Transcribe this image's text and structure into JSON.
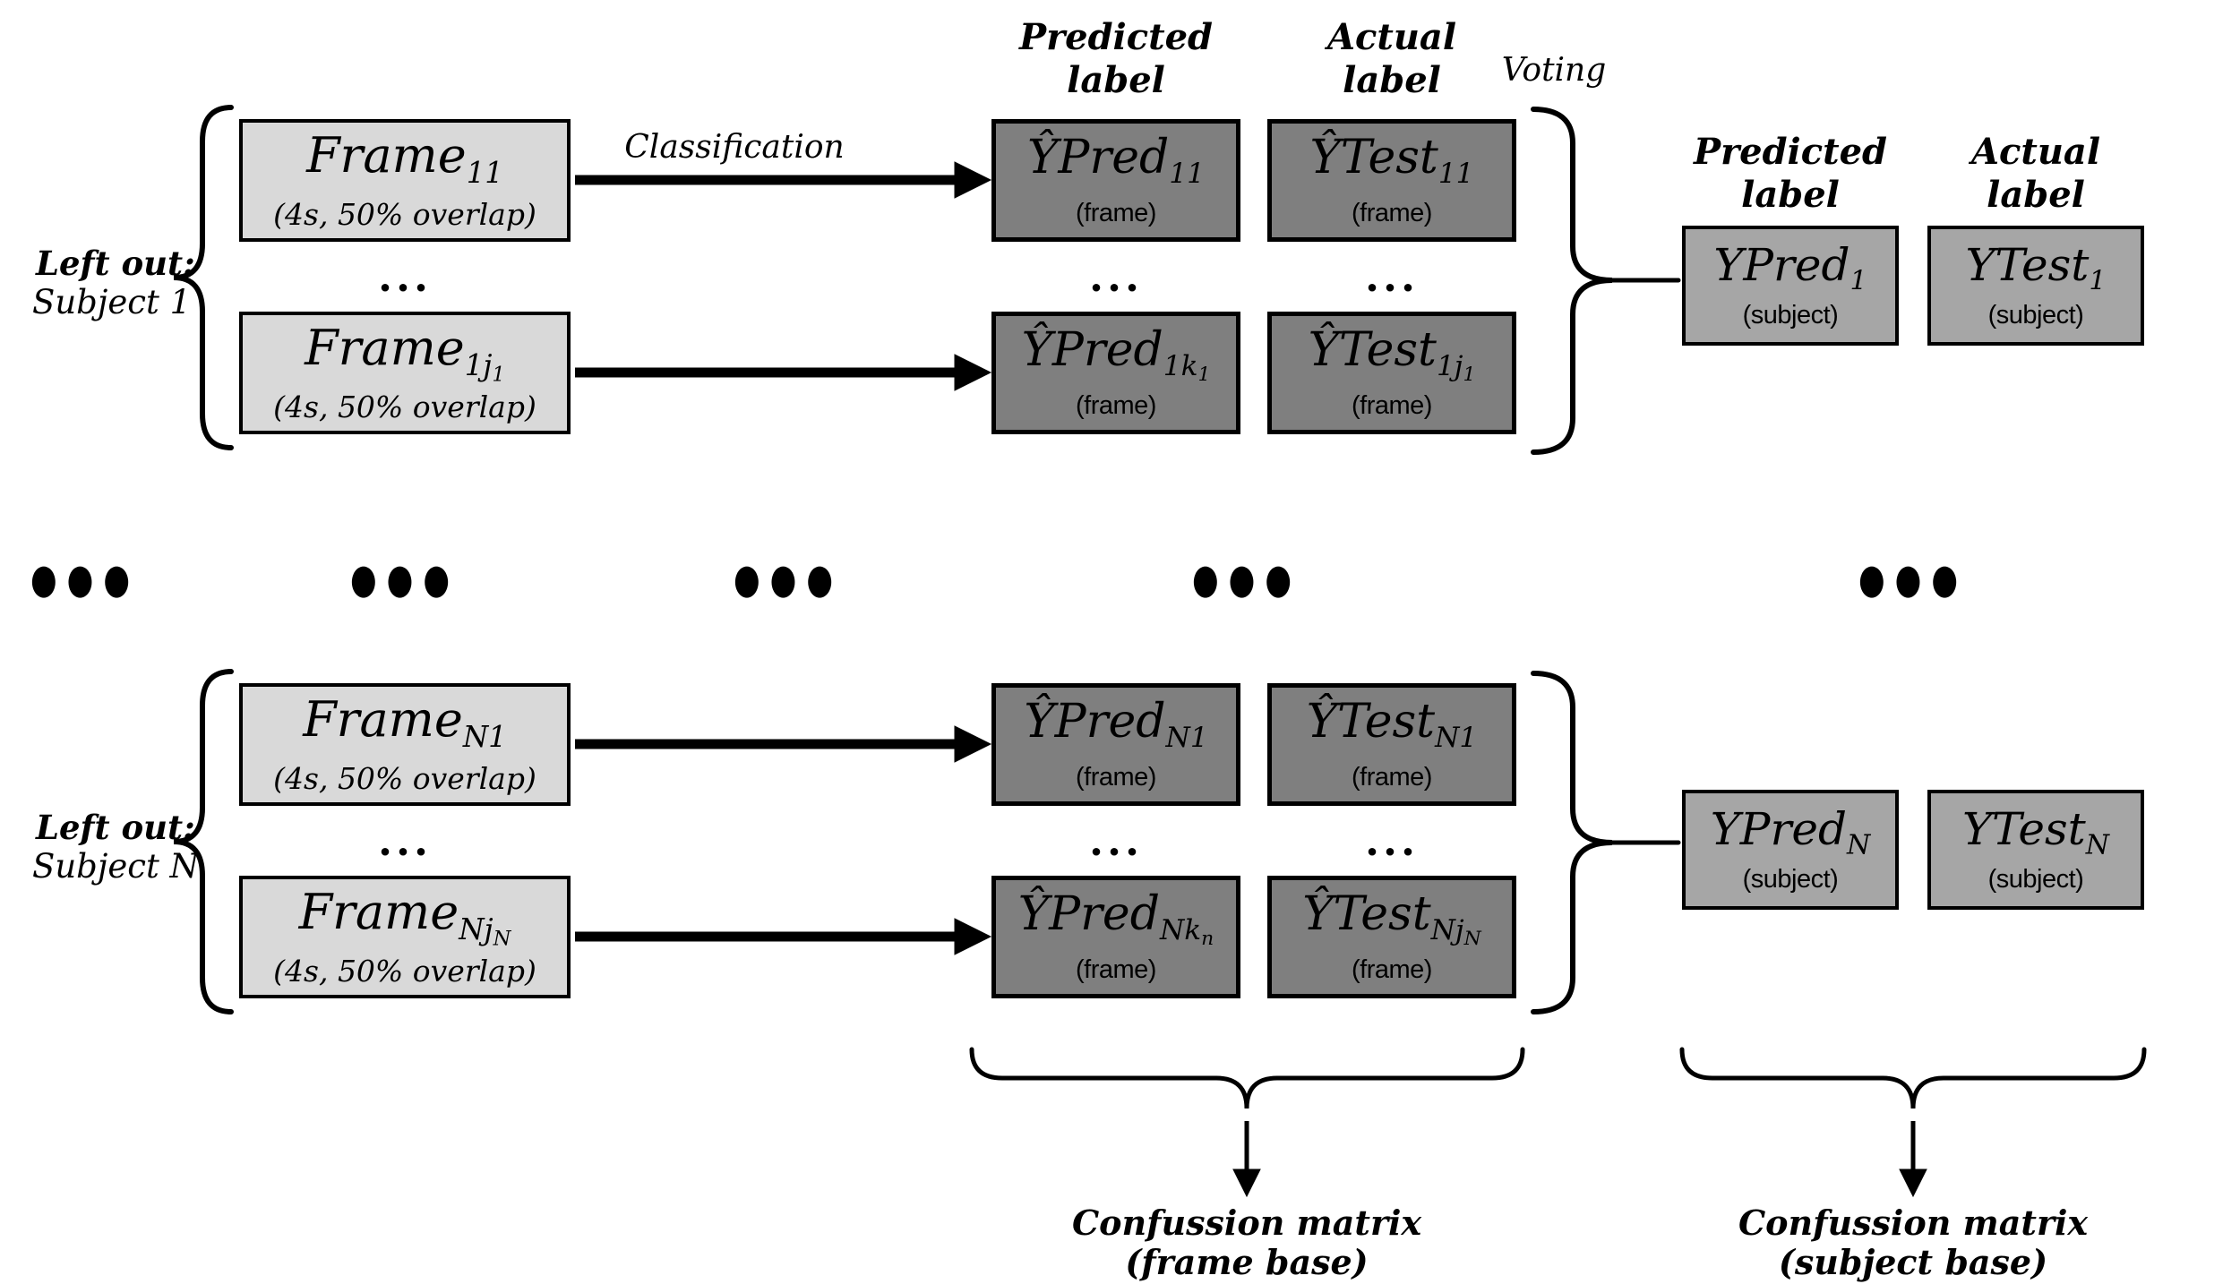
{
  "colors": {
    "background": "#ffffff",
    "frame_box_fill": "#d9d9d9",
    "frame_label_box_fill": "#7f7f7f",
    "subject_box_fill": "#a6a6a6",
    "border_and_text": "#000000"
  },
  "labels": {
    "left_out": "Left out:",
    "classification": "Classification",
    "voting": "Voting",
    "predicted_label": "Predicted label",
    "actual_label": "Actual label",
    "frame_caption": "(4s, 50% overlap)",
    "frame_tag": "(frame)",
    "subject_tag": "(subject)",
    "ellipsis": "...",
    "dots": "●●●",
    "confusion_frame_1": "Confussion matrix",
    "confusion_frame_2": "(frame base)",
    "confusion_subject_1": "Confussion matrix",
    "confusion_subject_2": "(subject base)"
  },
  "blocks": [
    {
      "subject": "Subject 1",
      "frames": [
        {
          "base": "Frame",
          "sub": "11",
          "subsub": ""
        },
        {
          "base": "Frame",
          "sub": "1j",
          "subsub": "1"
        }
      ],
      "preds": [
        {
          "base": "ŶPred",
          "sub": "11",
          "subsub": ""
        },
        {
          "base": "ŶPred",
          "sub": "1k",
          "subsub": "1"
        }
      ],
      "tests": [
        {
          "base": "ŶTest",
          "sub": "11",
          "subsub": ""
        },
        {
          "base": "ŶTest",
          "sub": "1j",
          "subsub": "1"
        }
      ],
      "subject_pred": {
        "base": "YPred",
        "sub": "1"
      },
      "subject_test": {
        "base": "YTest",
        "sub": "1"
      }
    },
    {
      "subject": "Subject N",
      "frames": [
        {
          "base": "Frame",
          "sub": "N1",
          "subsub": ""
        },
        {
          "base": "Frame",
          "sub": "Nj",
          "subsub": "N"
        }
      ],
      "preds": [
        {
          "base": "ŶPred",
          "sub": "N1",
          "subsub": ""
        },
        {
          "base": "ŶPred",
          "sub": "Nk",
          "subsub": "n"
        }
      ],
      "tests": [
        {
          "base": "ŶTest",
          "sub": "N1",
          "subsub": ""
        },
        {
          "base": "ŶTest",
          "sub": "Nj",
          "subsub": "N"
        }
      ],
      "subject_pred": {
        "base": "YPred",
        "sub": "N"
      },
      "subject_test": {
        "base": "YTest",
        "sub": "N"
      }
    }
  ]
}
